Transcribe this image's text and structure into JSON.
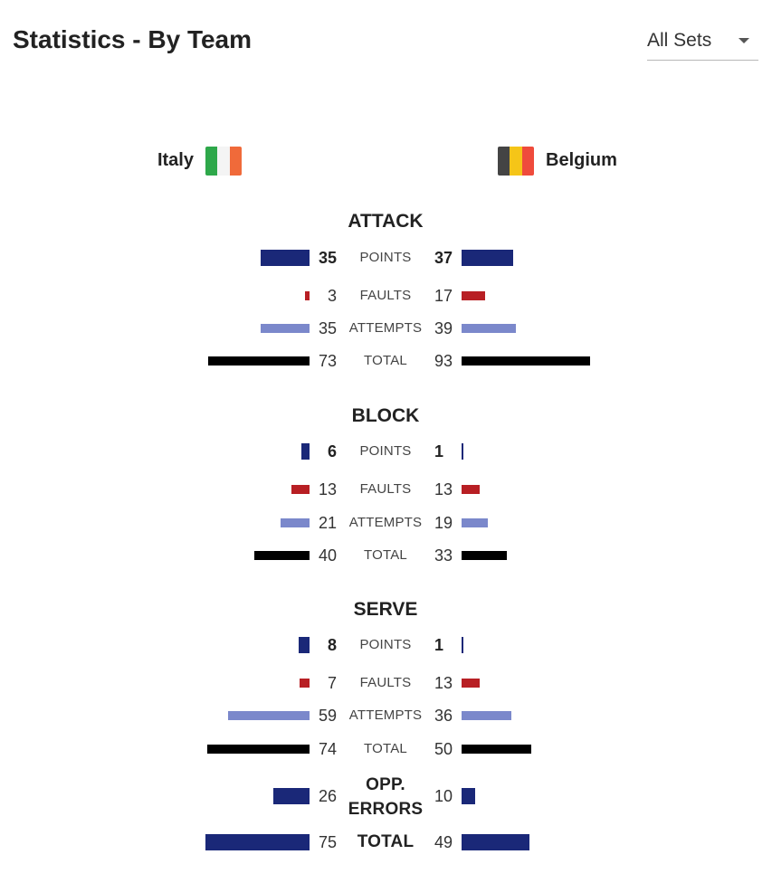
{
  "header": {
    "title": "Statistics - By Team",
    "set_selector": {
      "value": "All Sets"
    }
  },
  "teams": {
    "home": {
      "name": "Italy",
      "flag_colors": [
        "#2ea84a",
        "#f4f4f4",
        "#f06a3a"
      ]
    },
    "away": {
      "name": "Belgium",
      "flag_colors": [
        "#444444",
        "#f5c518",
        "#ef4b3c"
      ]
    }
  },
  "colors": {
    "points": "#1a2878",
    "faults": "#b81f24",
    "attempts": "#7b88cb",
    "total": "#000000"
  },
  "sections": [
    {
      "title": "ATTACK",
      "rows": [
        {
          "label": "POINTS",
          "home": 35,
          "away": 37,
          "kind": "points"
        },
        {
          "label": "FAULTS",
          "home": 3,
          "away": 17,
          "kind": "faults"
        },
        {
          "label": "ATTEMPTS",
          "home": 35,
          "away": 39,
          "kind": "attempts"
        },
        {
          "label": "TOTAL",
          "home": 73,
          "away": 93,
          "kind": "total"
        }
      ]
    },
    {
      "title": "BLOCK",
      "rows": [
        {
          "label": "POINTS",
          "home": 6,
          "away": 1,
          "kind": "points"
        },
        {
          "label": "FAULTS",
          "home": 13,
          "away": 13,
          "kind": "faults"
        },
        {
          "label": "ATTEMPTS",
          "home": 21,
          "away": 19,
          "kind": "attempts"
        },
        {
          "label": "TOTAL",
          "home": 40,
          "away": 33,
          "kind": "total"
        }
      ]
    },
    {
      "title": "SERVE",
      "rows": [
        {
          "label": "POINTS",
          "home": 8,
          "away": 1,
          "kind": "points"
        },
        {
          "label": "FAULTS",
          "home": 7,
          "away": 13,
          "kind": "faults"
        },
        {
          "label": "ATTEMPTS",
          "home": 59,
          "away": 36,
          "kind": "attempts"
        },
        {
          "label": "TOTAL",
          "home": 74,
          "away": 50,
          "kind": "total"
        },
        {
          "label": "OPP.\nERRORS",
          "home": 26,
          "away": 10,
          "kind": "opp_errors"
        },
        {
          "label": "TOTAL",
          "home": 75,
          "away": 49,
          "kind": "grand_total"
        }
      ]
    }
  ]
}
